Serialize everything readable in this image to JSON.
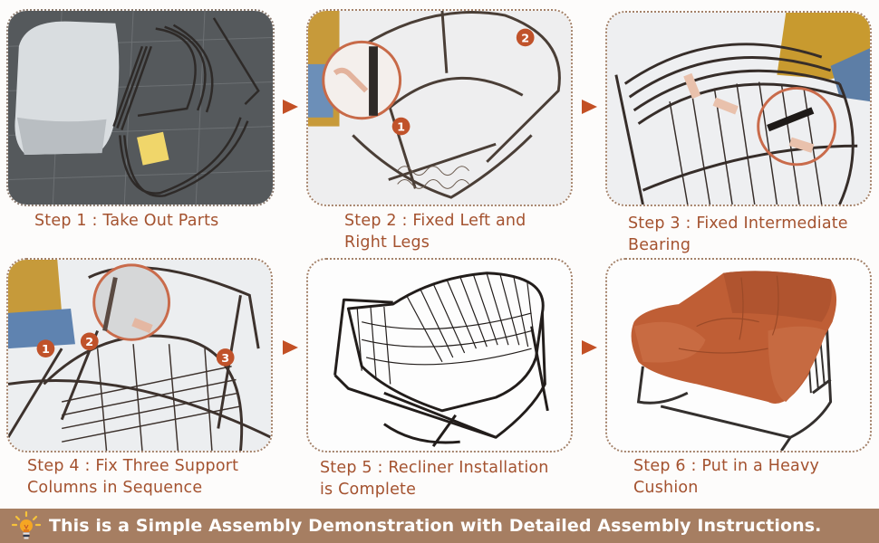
{
  "steps": [
    {
      "number": 1,
      "line1": "Step 1 : Take Out Parts",
      "line2": "",
      "image": "unpacked parts on floor: wrapped cushion, support rods, wire seat frames, rocker legs, hardware pack"
    },
    {
      "number": 2,
      "line1": "Step 2 : Fixed Left and",
      "line2": "Right Legs",
      "image": "attaching rocker legs to frame",
      "markers": [
        "1",
        "2"
      ]
    },
    {
      "number": 3,
      "line1": "Step 3 : Fixed Intermediate",
      "line2": "Bearing",
      "image": "fixing intermediate bearing with hex key"
    },
    {
      "number": 4,
      "line1": "Step 4 : Fix Three Support",
      "line2": "Columns in Sequence",
      "image": "installing three support columns",
      "markers": [
        "1",
        "2",
        "3"
      ]
    },
    {
      "number": 5,
      "line1": "Step 5 : Recliner Installation",
      "line2": "is Complete",
      "image": "assembled wire rocking recliner frame"
    },
    {
      "number": 6,
      "line1": "Step 6 : Put in a Heavy",
      "line2": "Cushion",
      "image": "rocking chair with orange tufted cushion"
    }
  ],
  "footer": {
    "icon": "lightbulb-icon",
    "text": "This is a Simple Assembly Demonstration with Detailed Assembly Instructions."
  },
  "colors": {
    "caption": "#a4522f",
    "arrow": "#c35025",
    "footer_bg": "#a67e62",
    "marker": "#c0522a",
    "panel_border": "#a4826a"
  }
}
